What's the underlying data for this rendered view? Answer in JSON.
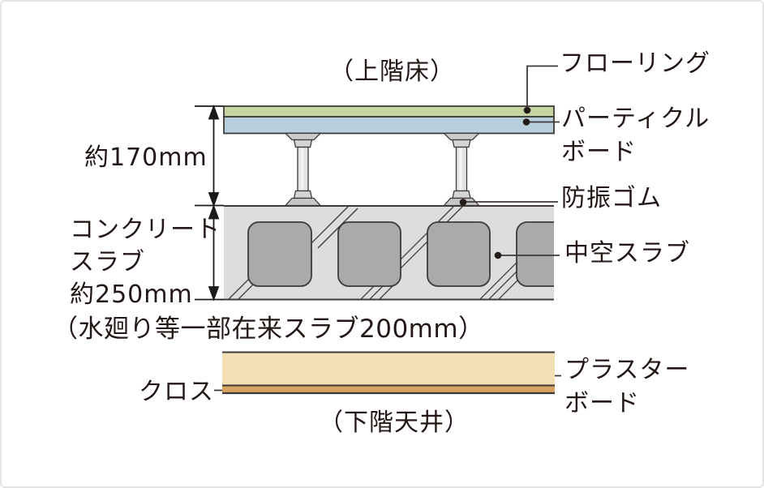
{
  "diagram": {
    "title_top": "（上階床）",
    "title_bottom": "（下階天井）",
    "note": "（水廻り等一部在来スラブ200mm）",
    "dim_upper": "約170mm",
    "dim_slab": [
      "コンクリート",
      "スラブ",
      "約250mm"
    ],
    "labels": {
      "flooring": "フローリング",
      "particle_board": [
        "パーティクル",
        "ボード"
      ],
      "vibration_rubber": "防振ゴム",
      "hollow_slab": "中空スラブ",
      "plaster_board": [
        "プラスター",
        "ボード"
      ],
      "cloth": "クロス"
    },
    "colors": {
      "flooring": "#c5d5a2",
      "particle_board": "#b7cedd",
      "concrete": "#dcdddc",
      "hollow_void": "#a9aaa9",
      "post_cap": "#cccccc",
      "post_shaft": "#e3e3e3",
      "plaster_board": "#f3dfb6",
      "cloth": "#d8a360",
      "outline": "#3f3a37",
      "text": "#231815"
    }
  }
}
